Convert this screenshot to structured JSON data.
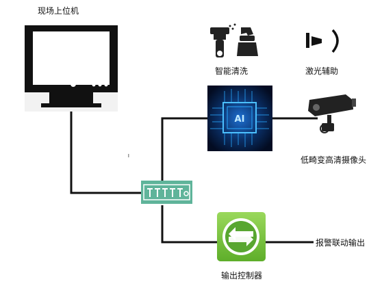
{
  "labels": {
    "host_pc": "现场上位机",
    "smart_cleaning": "智能清洗",
    "laser_assist": "激光辅助",
    "camera": "低畸变高清摄像头",
    "controller": "输出控制器",
    "alarm_output": "报警联动输出",
    "ai_chip_text": "AI"
  },
  "icons": {
    "host_pc": "monitor-icon",
    "smart_cleaning": "spray-cleaning-icon",
    "laser_assist": "laser-icon",
    "ai_processor": "ai-chip-icon",
    "camera": "security-camera-icon",
    "switch": "network-switch-icon",
    "controller": "exchange-arrows-icon"
  },
  "colors": {
    "line": "#111111",
    "switch_green": "#5fb49a",
    "controller_green": "#78c83c",
    "chip_blue": "#28a8ff",
    "chip_bg": "#061a3a"
  }
}
